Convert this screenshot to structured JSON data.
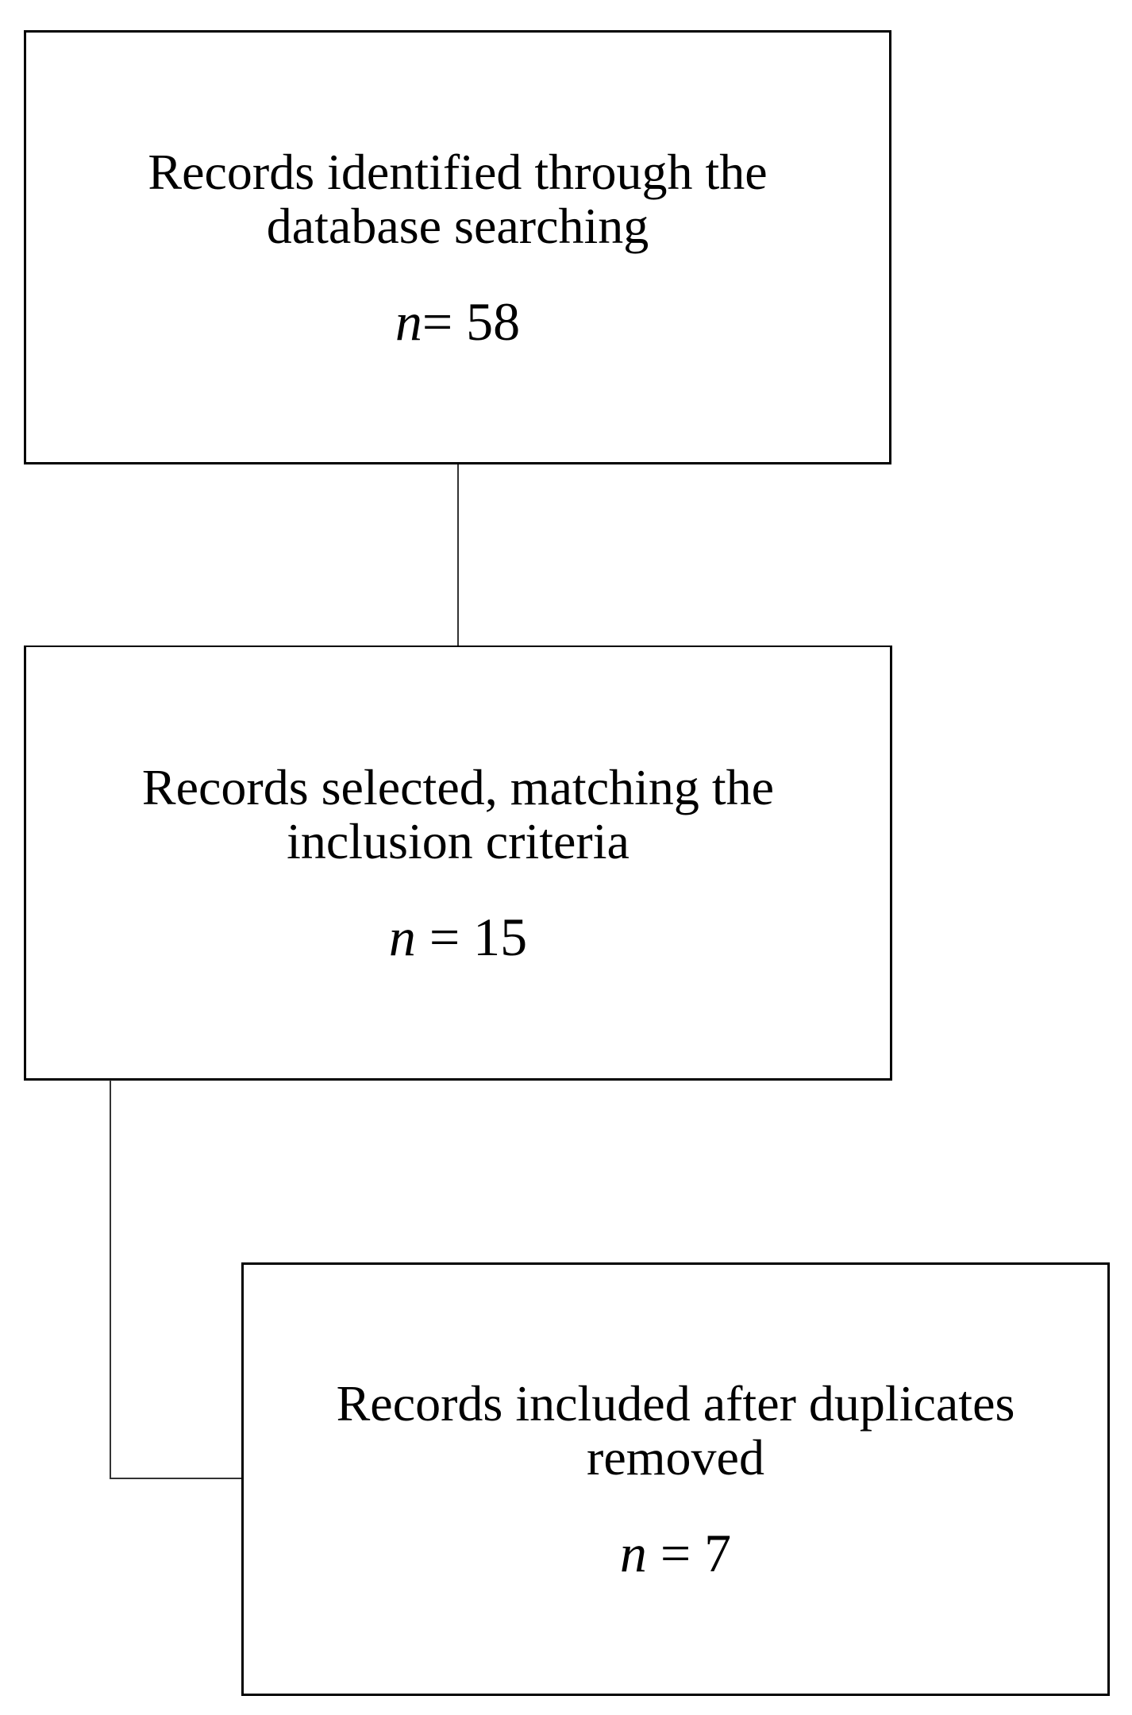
{
  "figure": {
    "type": "flowchart",
    "background_color": "#ffffff",
    "box_border_color": "#000000",
    "connector_color": "#333333",
    "text_color": "#000000",
    "boxes": [
      {
        "id": "records-identified",
        "title_line1": "Records identified through the",
        "title_line2": "database searching",
        "count_prefix": "n",
        "count_rest": "= 58"
      },
      {
        "id": "records-selected",
        "title_line1": "Records selected, matching the",
        "title_line2": "inclusion criteria",
        "count_prefix": "n",
        "count_rest": " = 15"
      },
      {
        "id": "records-included",
        "title_line1": "Records included after duplicates",
        "title_line2": "removed",
        "count_prefix": "n",
        "count_rest": " = 7"
      }
    ]
  }
}
